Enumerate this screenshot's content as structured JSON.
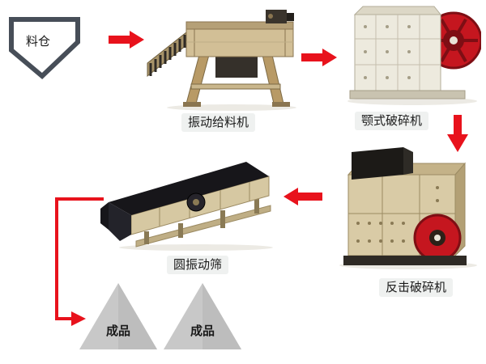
{
  "diagram": {
    "sequence": [
      "料仓",
      "振动给料机",
      "颚式破碎机",
      "反击破碎机",
      "圆振动筛",
      "成品"
    ],
    "hopper": {
      "label": "料仓"
    },
    "feeder": {
      "label": "振动给料机"
    },
    "jaw_crusher": {
      "label": "颚式破碎机"
    },
    "impact_crusher": {
      "label": "反击破碎机"
    },
    "screen": {
      "label": "圆振动筛"
    },
    "products": [
      {
        "label": "成品"
      },
      {
        "label": "成品"
      }
    ],
    "colors": {
      "arrow_red": "#e8121c",
      "machine_tan": "#d2bf96",
      "machine_cream": "#edeade",
      "screen_deck_black": "#17161a",
      "pile_gray": "#c8c8c8",
      "hopper_outline": "#474e58",
      "label_text": "#1a1a1a",
      "label_bg": "#eff1f0"
    }
  }
}
